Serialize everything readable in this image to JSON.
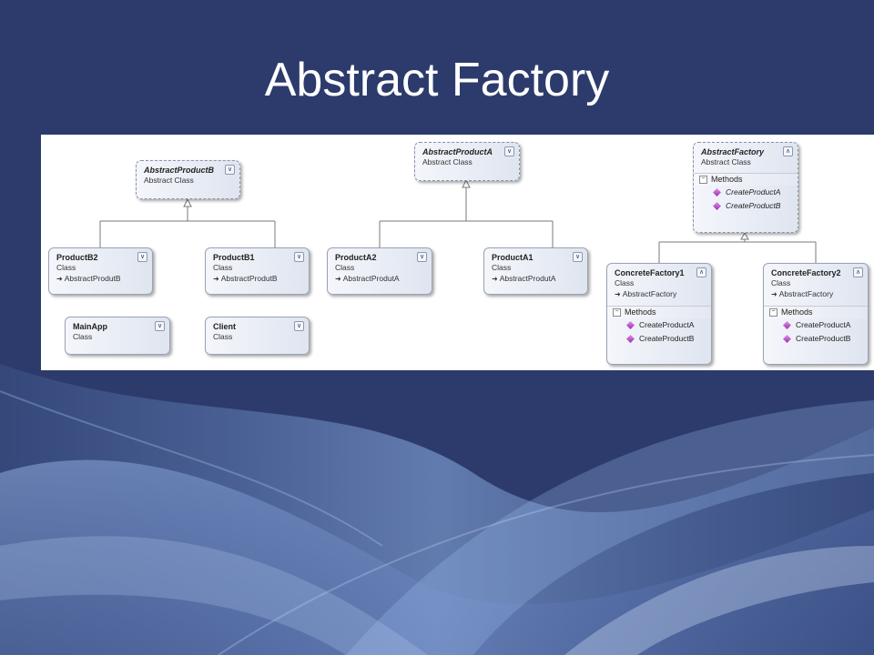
{
  "slide": {
    "title": "Abstract Factory"
  },
  "colors": {
    "background": "#2c3b6b",
    "wave": "#5a7fc0",
    "box_border": "#9aa3b5"
  },
  "icons": {
    "collapse": "chevron-down-icon",
    "expand": "chevron-up-icon",
    "method": "method-icon",
    "inherit": "inheritance-arrow-icon"
  },
  "diagram": {
    "abstract_product_b": {
      "name": "AbstractProductB",
      "kind": "Abstract Class"
    },
    "abstract_product_a": {
      "name": "AbstractProductA",
      "kind": "Abstract Class"
    },
    "abstract_factory": {
      "name": "AbstractFactory",
      "kind": "Abstract Class",
      "methods_label": "Methods",
      "methods": [
        "CreateProductA",
        "CreateProductB"
      ]
    },
    "product_b2": {
      "name": "ProductB2",
      "kind": "Class",
      "base": "AbstractProdutB"
    },
    "product_b1": {
      "name": "ProductB1",
      "kind": "Class",
      "base": "AbstractProdutB"
    },
    "product_a2": {
      "name": "ProductA2",
      "kind": "Class",
      "base": "AbstractProdutA"
    },
    "product_a1": {
      "name": "ProductA1",
      "kind": "Class",
      "base": "AbstractProdutA"
    },
    "main_app": {
      "name": "MainApp",
      "kind": "Class"
    },
    "client": {
      "name": "Client",
      "kind": "Class"
    },
    "concrete_factory_1": {
      "name": "ConcreteFactory1",
      "kind": "Class",
      "base": "AbstractFactory",
      "methods_label": "Methods",
      "methods": [
        "CreateProductA",
        "CreateProductB"
      ]
    },
    "concrete_factory_2": {
      "name": "ConcreteFactory2",
      "kind": "Class",
      "base": "AbstractFactory",
      "methods_label": "Methods",
      "methods": [
        "CreateProductA",
        "CreateProductB"
      ]
    }
  }
}
